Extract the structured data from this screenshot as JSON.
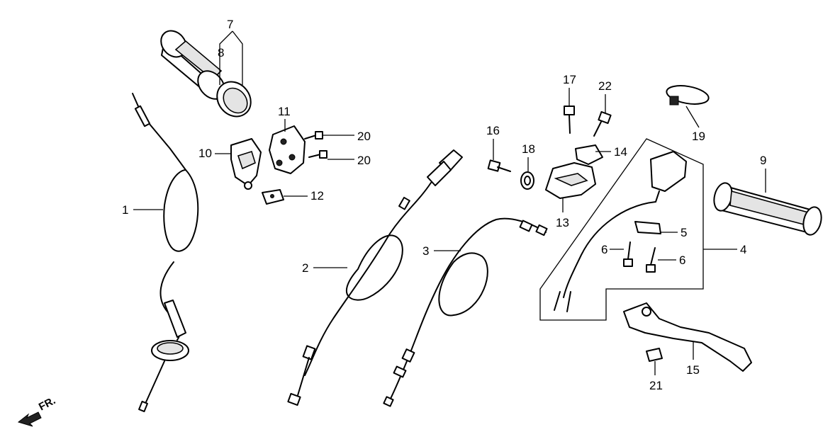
{
  "callouts": {
    "c1": "1",
    "c2": "2",
    "c3": "3",
    "c4": "4",
    "c5": "5",
    "c6a": "6",
    "c6b": "6",
    "c7": "7",
    "c8": "8",
    "c9": "9",
    "c10": "10",
    "c11": "11",
    "c12": "12",
    "c13": "13",
    "c14": "14",
    "c15": "15",
    "c16": "16",
    "c17": "17",
    "c18": "18",
    "c19": "19",
    "c20a": "20",
    "c20b": "20",
    "c21": "21",
    "c22": "22"
  },
  "front_marker": {
    "label": "FR."
  }
}
